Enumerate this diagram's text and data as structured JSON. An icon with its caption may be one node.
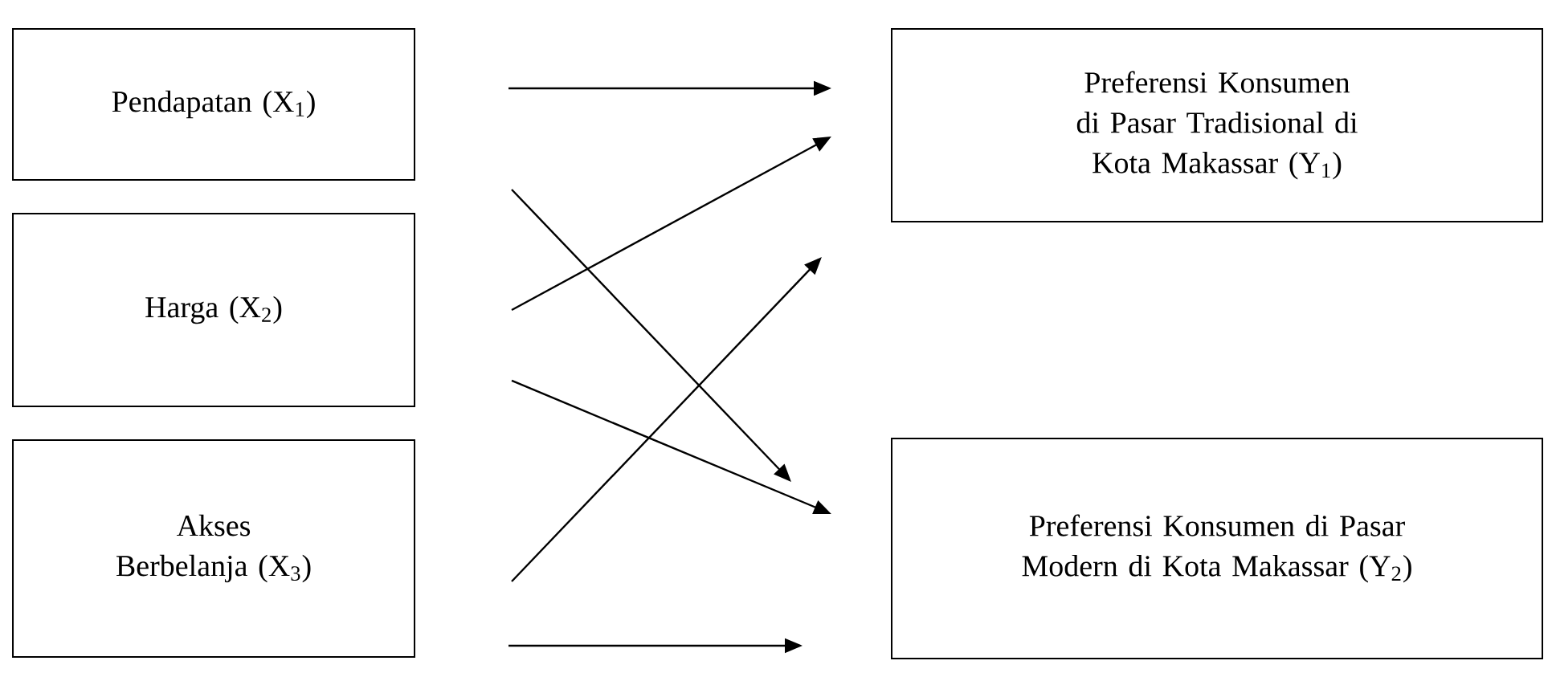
{
  "diagram": {
    "nodes": [
      {
        "text": [
          "Pendapatan (X$_{1}$)"
        ]
      },
      {
        "text": [
          "Harga (X$_{2}$)"
        ]
      },
      {
        "text": [
          "Akses Berbelanja (X$_{3}$)"
        ]
      },
      {
        "text": [
          "Preferensi Konsumen di Pasar Tradisional di Kota Makassar (Y$_{1}$)"
        ]
      },
      {
        "text": [
          "Preferensi Konsumen di Pasar Modern di Kota Makassar (Y$_{2}$)"
        ]
      }
    ],
    "edges": [
      {
        "from": 0,
        "to": 3,
        "arrow": "to"
      },
      {
        "from": 0,
        "to": 4,
        "arrow": "to"
      },
      {
        "from": 1,
        "to": 3,
        "arrow": "to"
      },
      {
        "from": 1,
        "to": 4,
        "arrow": "to"
      },
      {
        "from": 2,
        "to": 3,
        "arrow": "to"
      },
      {
        "from": 2,
        "to": 4,
        "arrow": "to"
      }
    ]
  }
}
